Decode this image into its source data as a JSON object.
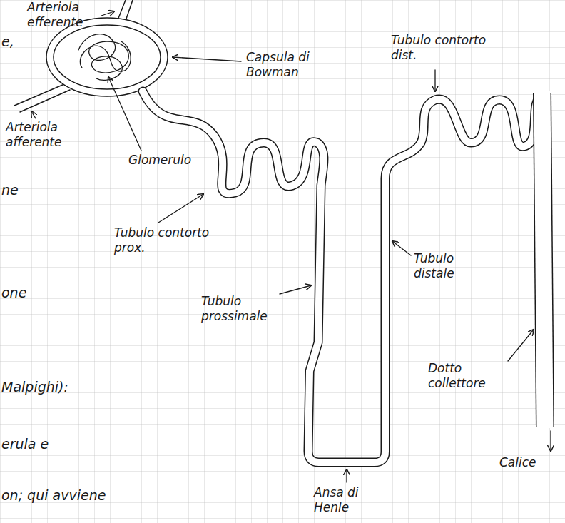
{
  "diagram": {
    "labels": [
      "Arteriola efferente",
      "Capsula di Bowman",
      "Tubulo contorto dist.",
      "Arteriola afferente",
      "Glomerulo",
      "Tubulo contorto prox.",
      "Tubulo prossimale",
      "Tubulo distale",
      "Dotto collettore",
      "Calice",
      "Ansa di Henle",
      "e,",
      "ne",
      "one",
      "Malpighi):",
      "erula e",
      "on; qui avviene"
    ]
  }
}
